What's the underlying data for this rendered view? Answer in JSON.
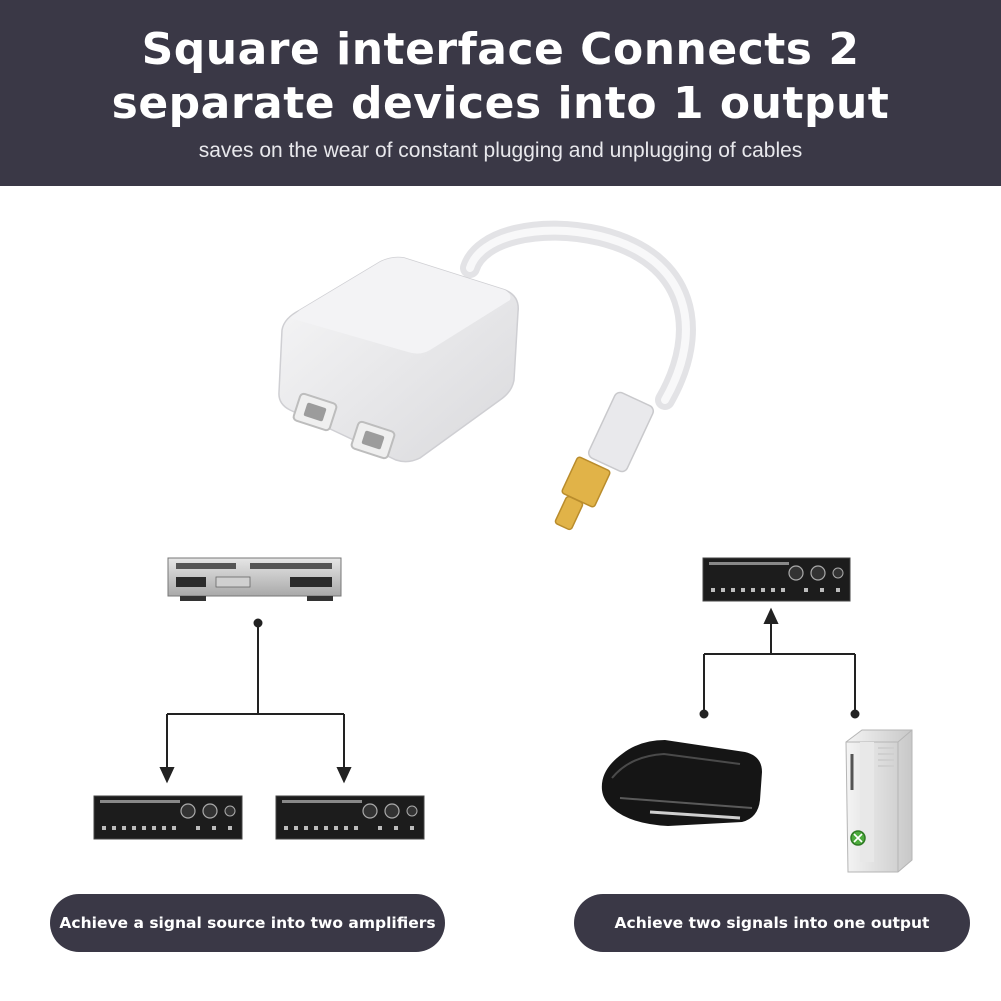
{
  "header": {
    "headline_line1": "Square interface  Connects 2",
    "headline_line2": "separate devices into 1 output",
    "subline": "saves on the wear of constant plugging and unplugging of cables"
  },
  "captions": {
    "left": "Achieve a signal source into two amplifiers",
    "right": "Achieve two signals into one output"
  },
  "colors": {
    "banner": "#3a3846",
    "device_dark": "#1c1c1c",
    "connector_tip": "#e1b348",
    "adapter_body": "#eeeeef"
  },
  "icons": [
    "optical-splitter-image",
    "dvd-player-icon",
    "amplifier-icon",
    "game-console-icon",
    "xbox-console-icon"
  ]
}
